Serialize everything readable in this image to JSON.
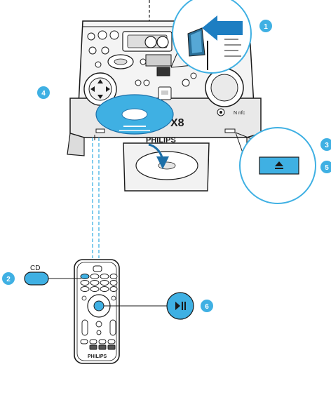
{
  "brand": "PHILIPS",
  "model_glyph": "X8",
  "nfc_label": "N nfc",
  "remote_brand": "PHILIPS",
  "cd_label": "CD",
  "steps": [
    "1",
    "2",
    "3",
    "4",
    "5",
    "6"
  ],
  "colors": {
    "accent": "#3fb0e3",
    "accent_dark": "#1c6fa8",
    "line": "#1a1a1a",
    "device_fill": "#f2f2f2"
  },
  "icons": {
    "eject": "eject-icon",
    "play_pause": "play-pause-icon",
    "arrow": "arrow-left-icon"
  }
}
